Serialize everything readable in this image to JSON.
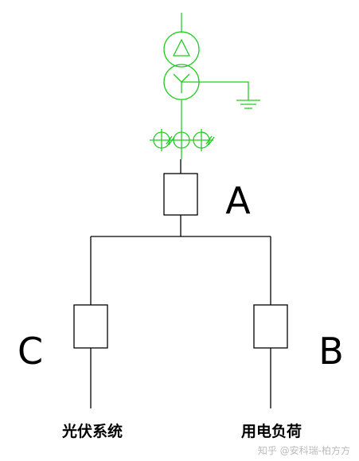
{
  "labels": {
    "breaker_a": "A",
    "breaker_b": "B",
    "breaker_c": "C",
    "pv_system": "光伏系统",
    "load": "用电负荷"
  },
  "watermark": "知乎 @安科瑞-柏方方",
  "colors": {
    "transformer": "#22cc22",
    "wiring": "#000000",
    "watermark": "#bbbbbb"
  }
}
